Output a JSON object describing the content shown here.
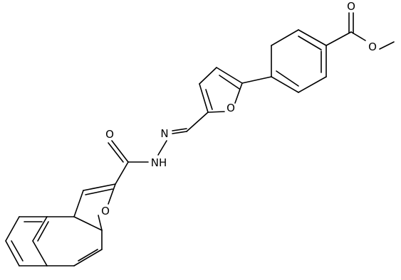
{
  "structure": {
    "atom_labels": {
      "ester_carbonyl_oxygen": "O",
      "ester_oxygen": "O",
      "furan_oxygen": "O",
      "imine_nitrogen": "N",
      "hydrazide_nh": "NH",
      "amide_oxygen": "O",
      "naphthofuran_oxygen": "O"
    },
    "colors": {
      "bond": "#000000",
      "label": "#000000",
      "background": "#ffffff"
    }
  }
}
